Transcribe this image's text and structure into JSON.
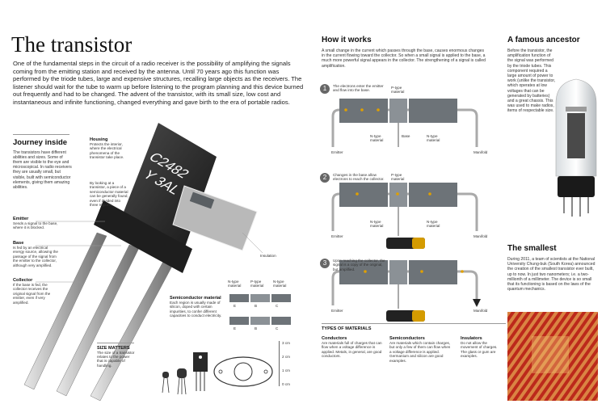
{
  "title": "The transistor",
  "intro": "One of the fundamental steps in the circuit of a radio receiver is the possibility of amplifying the signals coming from the emitting station and received by the antenna. Until 70 years ago this function was performed by the triode tubes, large and expensive structures, recalling large objects as the receivers. The listener should wait for the tube to warm up before listening to the program planning and this device burned out frequently and had to be changed. The advent of the transistor, with its small size, low cost and instantaneous and infinite functioning, changed everything and gave birth to the era of portable radios.",
  "journey": {
    "title": "Journey inside",
    "text": "The transistors have different abilities and sizes. Some of them are visible to the eye and microscopical. In radio receivers they are usually small, but visible, built with semiconductor elements, giving them amazing abilities."
  },
  "chip_text": {
    "line1": "C2482",
    "line2": "Y 3AL"
  },
  "labels": {
    "housing": {
      "title": "Housing",
      "text": "Protects the interior, where the electrical phenomena of the transistor take place."
    },
    "looking": {
      "text": "By looking at a transistor, a piece of a semiconductor material can be generally found, even if divided into three regions."
    },
    "emitter": {
      "title": "Emitter",
      "text": "Sends a signal to the base, where it is blocked."
    },
    "base": {
      "title": "Base",
      "text": "Is fed by an electrical energy source, allowing the passage of the signal from the emitter to the collector, although very amplified."
    },
    "collector": {
      "title": "Collector",
      "text": "If the base is fed, the collector receives the original signal from the emitter, even if very amplified."
    },
    "insulation": "Insulation",
    "semiconductor": {
      "title": "Semiconductor material",
      "text": "Each region is usually made of silicon, doped with certain impurities, to confer different capacities to conduct electricity."
    },
    "ntype_left": "N-type material",
    "ptype": "P-type material",
    "ntype_right": "N-type material",
    "e": "E",
    "b": "B",
    "c": "C"
  },
  "size_matters": {
    "title": "SIZE MATTERS",
    "text": "The size of a transistor relates to the power that is capable of handling.",
    "scale": [
      "3 cm",
      "2 cm",
      "1 cm",
      "0 cm"
    ]
  },
  "how": {
    "title": "How it works",
    "text": "A small change in the current which passes through the base, causes enormous changes in the current flowing toward the collector. So when a small signal is applied to the base, a much more powerful signal appears in the collector. The strengthening of a signal is called amplification.",
    "steps": [
      {
        "num": "1",
        "text": "The electrons enter the emitter and flow into the base."
      },
      {
        "num": "2",
        "text": "Changes in the base allow electrons to reach the collector."
      },
      {
        "num": "3",
        "text": "Upon reaching the collector, the signal is a copy of the original, but amplified."
      }
    ],
    "ptype": "P-type material",
    "ntype": "N-type material",
    "emitter": "Emitter",
    "base": "Base",
    "manifold": "Manifold"
  },
  "types": {
    "title": "TYPES OF MATERIALS",
    "conductors": {
      "title": "Conductors",
      "text": "Are materials full of charges that can flow when a voltage difference is applied. Metals, in general, are good conductors."
    },
    "semiconductors": {
      "title": "Semiconductors",
      "text": "Are materials which contain charges, but only a few of them can flow when a voltage difference is applied. Germanium and silicon are good examples."
    },
    "insulators": {
      "title": "Insulators",
      "text": "Do not allow the movement of charges. The glass or gum are examples."
    }
  },
  "ancestor": {
    "title": "A famous ancestor",
    "text": "Before the transistor, the amplification function of the signal was performed by the triode tubes. This component required a large amount of power to work (unlike the transistor, which operates at low voltages that can be generated by batteries) and a great chassis. This was used to make radios, items of respectable size."
  },
  "smallest": {
    "title": "The smallest",
    "text": "During 2011, a team of scientists at the National University Chung-buk (South Korea) announced the creation of the smallest transistor ever built, up to now. In just two nanometers; i.e. a two-millionth of a millimeter. The device is so small that its functioning is based on the laws of the quantum mechanics."
  },
  "colors": {
    "dark": "#2b2b2b",
    "region": "#6d7378",
    "accent": "#e0a000",
    "micro": "#c8301c"
  }
}
